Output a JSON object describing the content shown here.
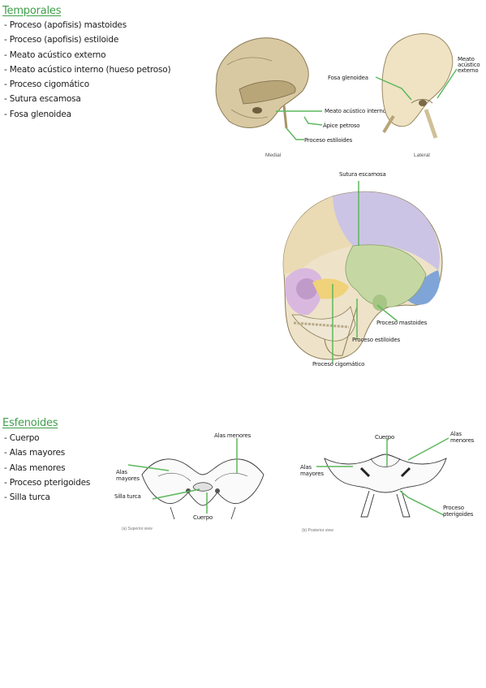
{
  "temporales": {
    "title": "Temporales",
    "items": [
      "- Proceso (apofisis) mastoides",
      "- Proceso (apofisis) estiloide",
      "- Meato acústico externo",
      "- Meato acústico interno (hueso petroso)",
      "- Proceso cigomático",
      "- Sutura escamosa",
      "- Fosa glenoidea"
    ],
    "medial_view": {
      "caption": "Medial",
      "labels": {
        "meato_interno": "Meato acústico interno",
        "apice": "Ápice petroso",
        "estiloides": "Proceso estiloides"
      }
    },
    "lateral_view": {
      "caption": "Lateral",
      "labels": {
        "fosa": "Fosa glenoidea",
        "meato_externo": "Meato acústico externo"
      }
    },
    "skull_view": {
      "labels": {
        "sutura": "Sutura escamosa",
        "mastoides": "Proceso mastoides",
        "estiloides": "Proceso estiloides",
        "cigomatico": "Proceso cigomático"
      }
    }
  },
  "esfenoides": {
    "title": "Esfenoides",
    "items": [
      "- Cuerpo",
      "- Alas mayores",
      "- Alas menores",
      "- Proceso pterigoides",
      "- Silla turca"
    ],
    "superior_view": {
      "caption": "(a) Superior view",
      "labels": {
        "alas_menores": "Alas menores",
        "alas_mayores": "Alas mayores",
        "silla": "Silla turca",
        "cuerpo": "Cuerpo"
      }
    },
    "posterior_view": {
      "caption": "(b) Posterior view",
      "labels": {
        "cuerpo": "Cuerpo",
        "alas_menores": "Alas menores",
        "alas_mayores": "Alas mayores",
        "pterigoides": "Proceso pterigoides"
      }
    }
  },
  "colors": {
    "heading_green": "#3f9f4a",
    "pointer_green": "#5cb85c",
    "bone": "#e8dcbc"
  }
}
